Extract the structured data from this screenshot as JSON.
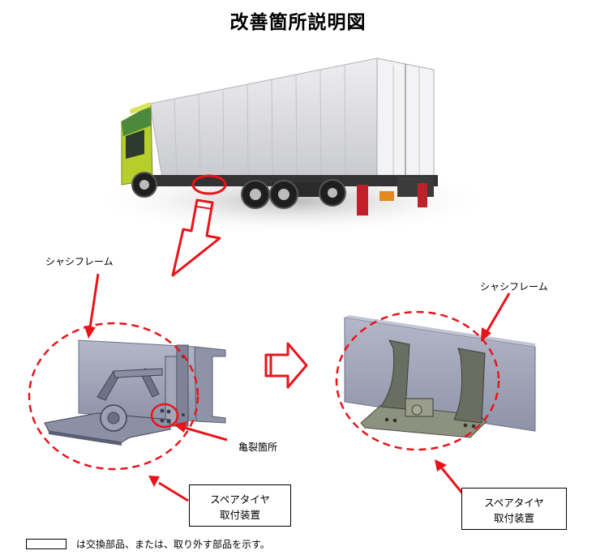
{
  "title": "改善箇所説明図",
  "labels": {
    "chassis_frame_left": "シャシフレーム",
    "chassis_frame_right": "シャシフレーム",
    "crack_location": "亀裂箇所"
  },
  "boxes": {
    "spare_tire_left": [
      "スペアタイヤ",
      "取付装置"
    ],
    "spare_tire_right": [
      "スペアタイヤ",
      "取付装置"
    ]
  },
  "footer": {
    "note": "は交換部品、または、取り外す部品を示す。"
  },
  "colors": {
    "accent_red": "#e8141a",
    "frame_gray": "#9ea2b5",
    "truck_box": "#d9dadd",
    "cab_green": "#b7cf2a"
  }
}
